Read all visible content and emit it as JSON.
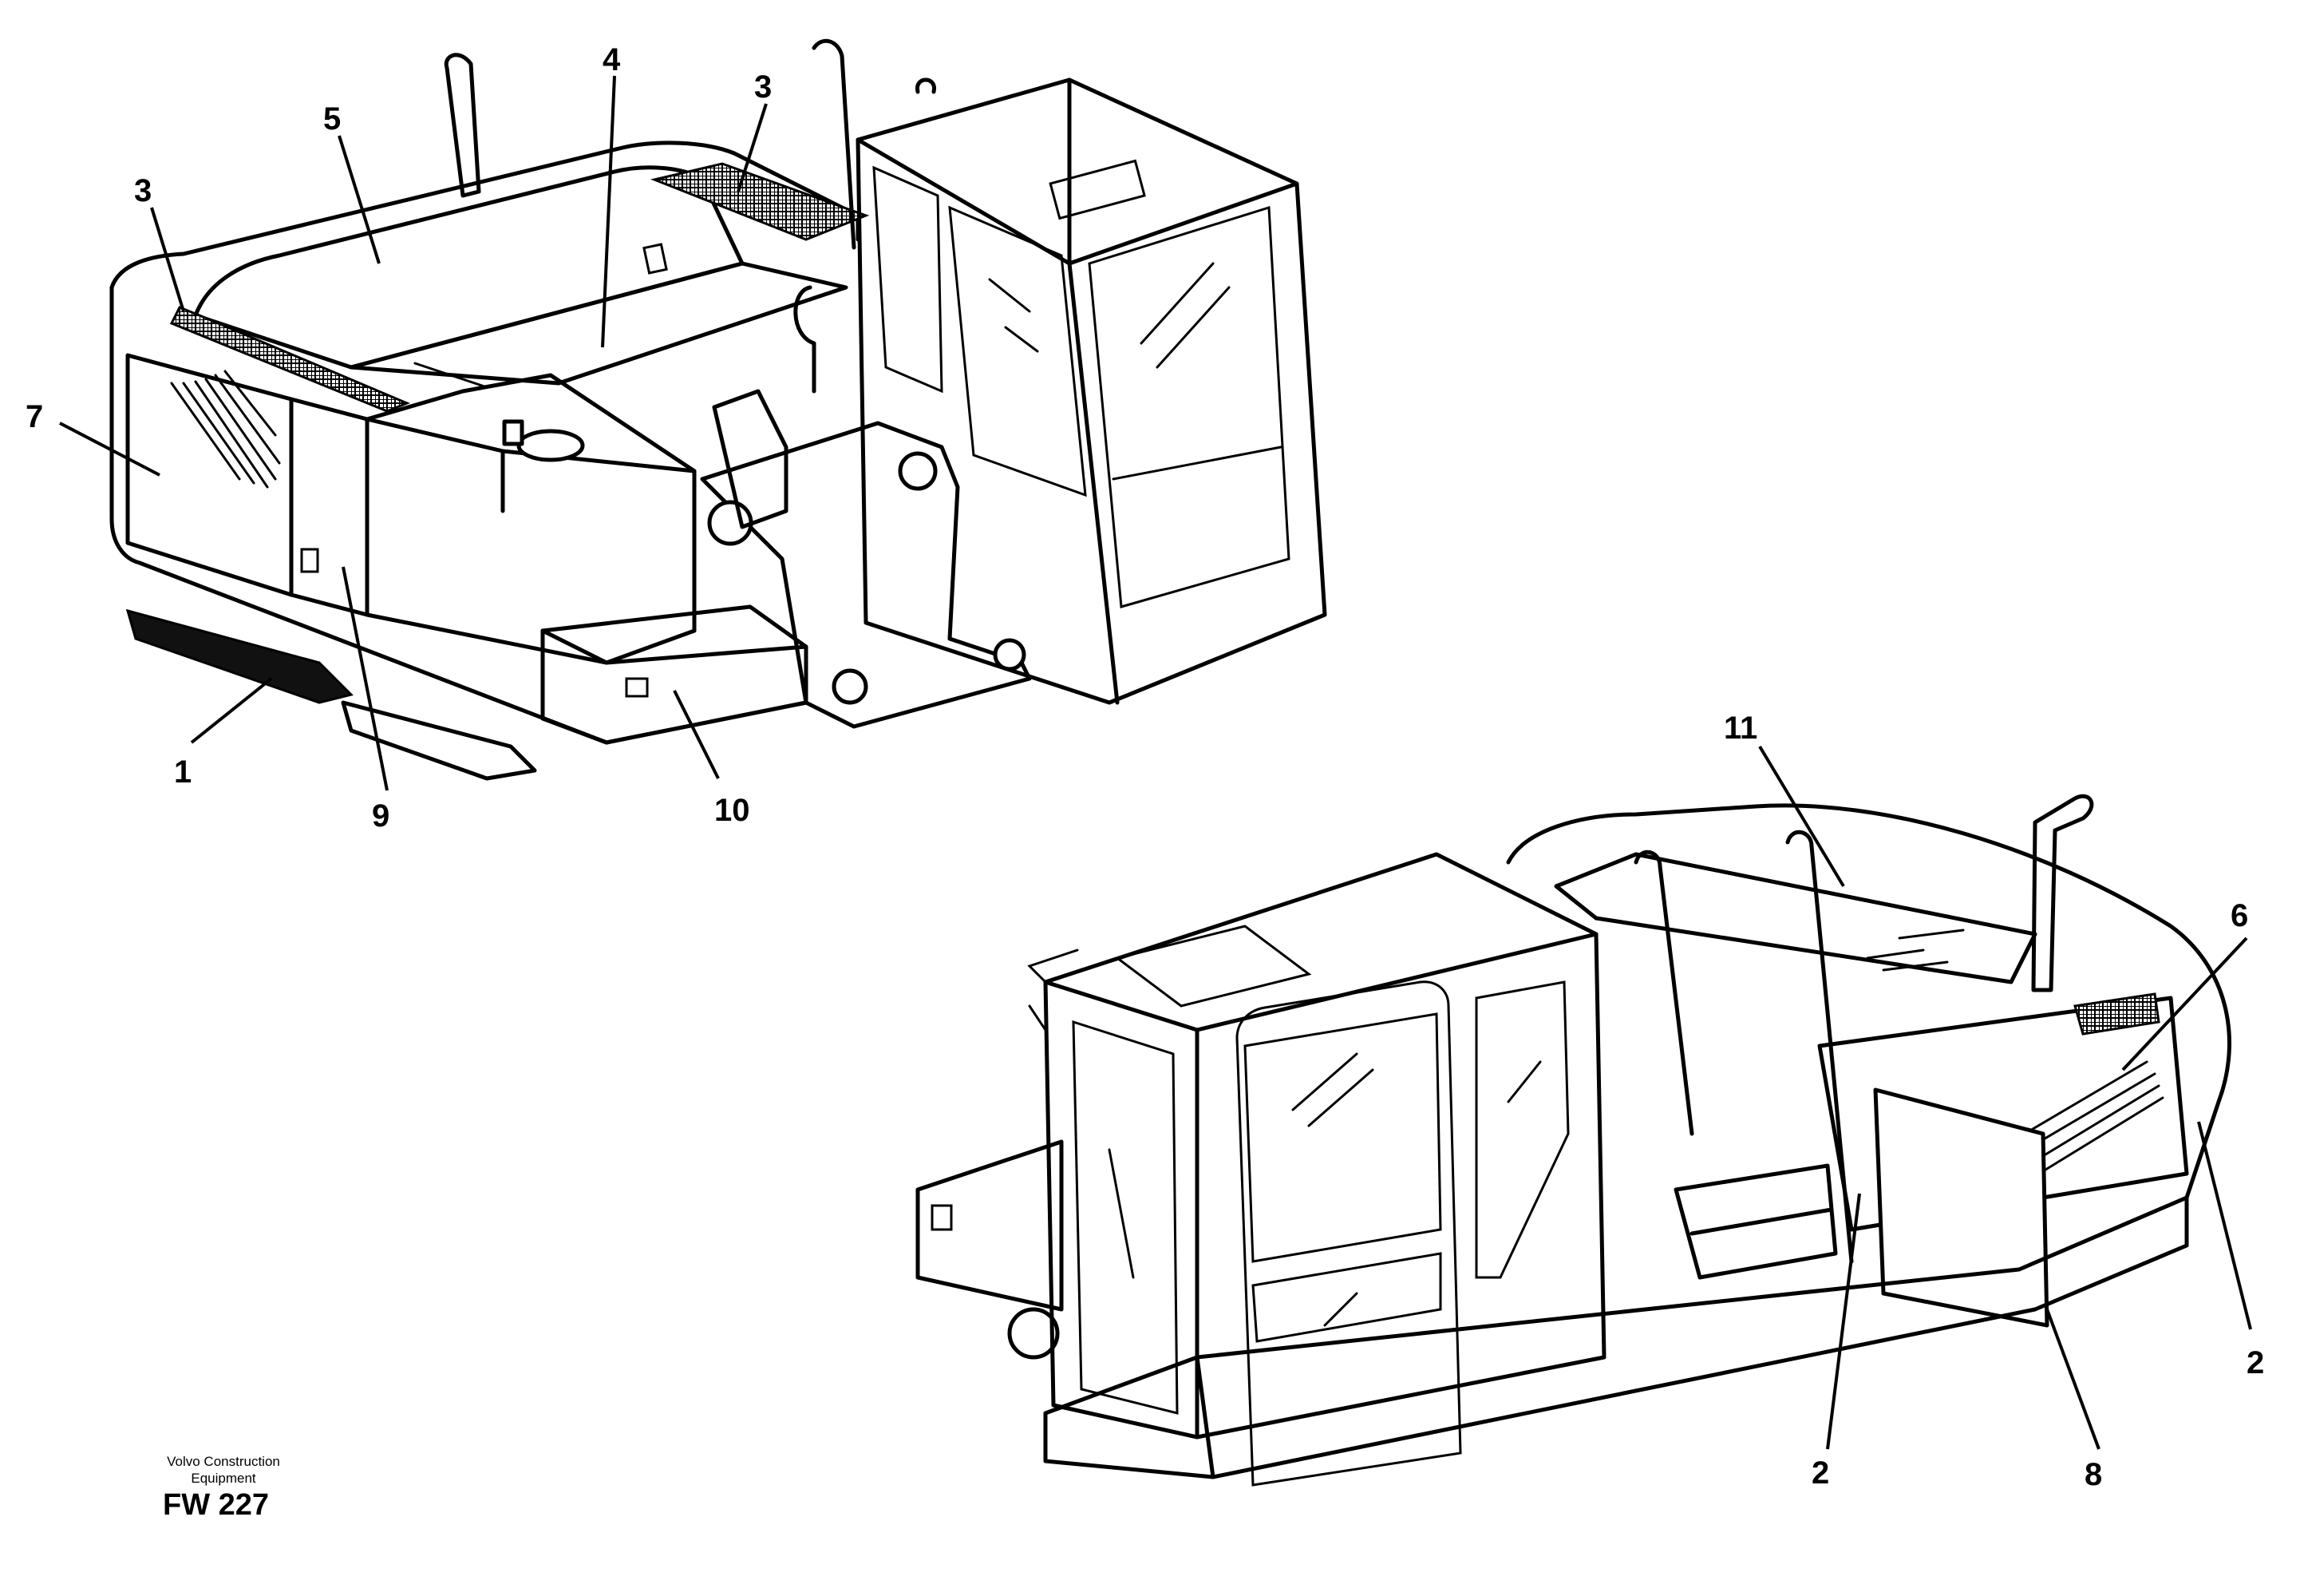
{
  "callouts": {
    "c1": "1",
    "c2a": "2",
    "c2b": "2",
    "c3a": "3",
    "c3b": "3",
    "c4": "4",
    "c5": "5",
    "c6": "6",
    "c7": "7",
    "c8": "8",
    "c9": "9",
    "c10": "10",
    "c11": "11"
  },
  "credit": {
    "line1": "Volvo Construction",
    "line2": "Equipment",
    "code": "FW 227"
  }
}
